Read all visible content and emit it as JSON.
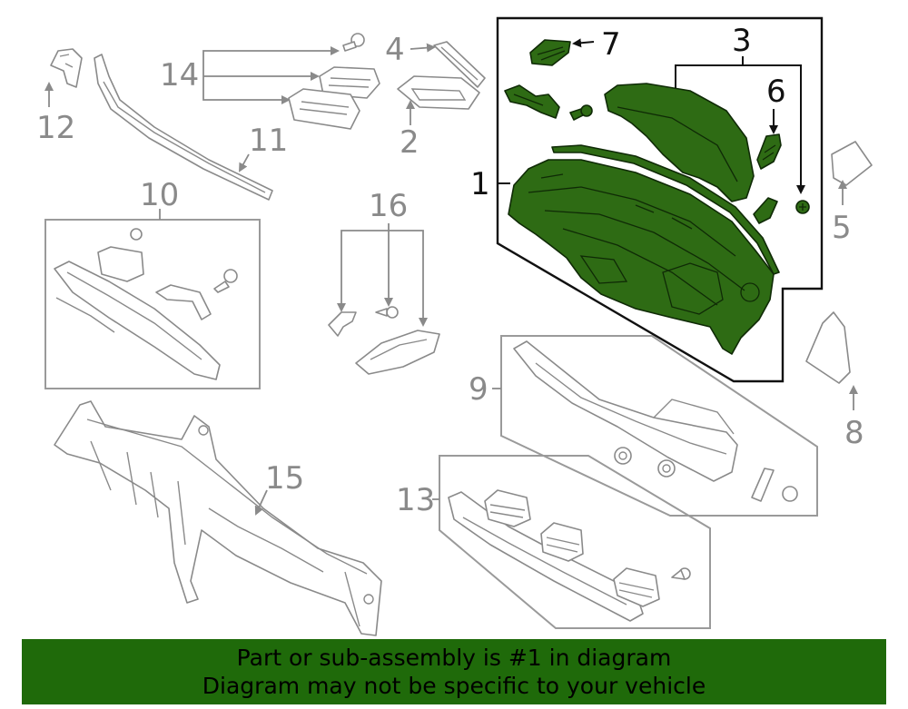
{
  "callouts": {
    "c1": "1",
    "c2": "2",
    "c3": "3",
    "c4": "4",
    "c5": "5",
    "c6": "6",
    "c7": "7",
    "c8": "8",
    "c9": "9",
    "c10": "10",
    "c11": "11",
    "c12": "12",
    "c13": "13",
    "c14": "14",
    "c15": "15",
    "c16": "16"
  },
  "highlight": {
    "part_number": "1",
    "color": "#2e6b14"
  },
  "banner": {
    "line1": "Part or sub-assembly is #1 in diagram",
    "line2": "Diagram may not be specific to your vehicle",
    "background": "#1f6a0a"
  }
}
